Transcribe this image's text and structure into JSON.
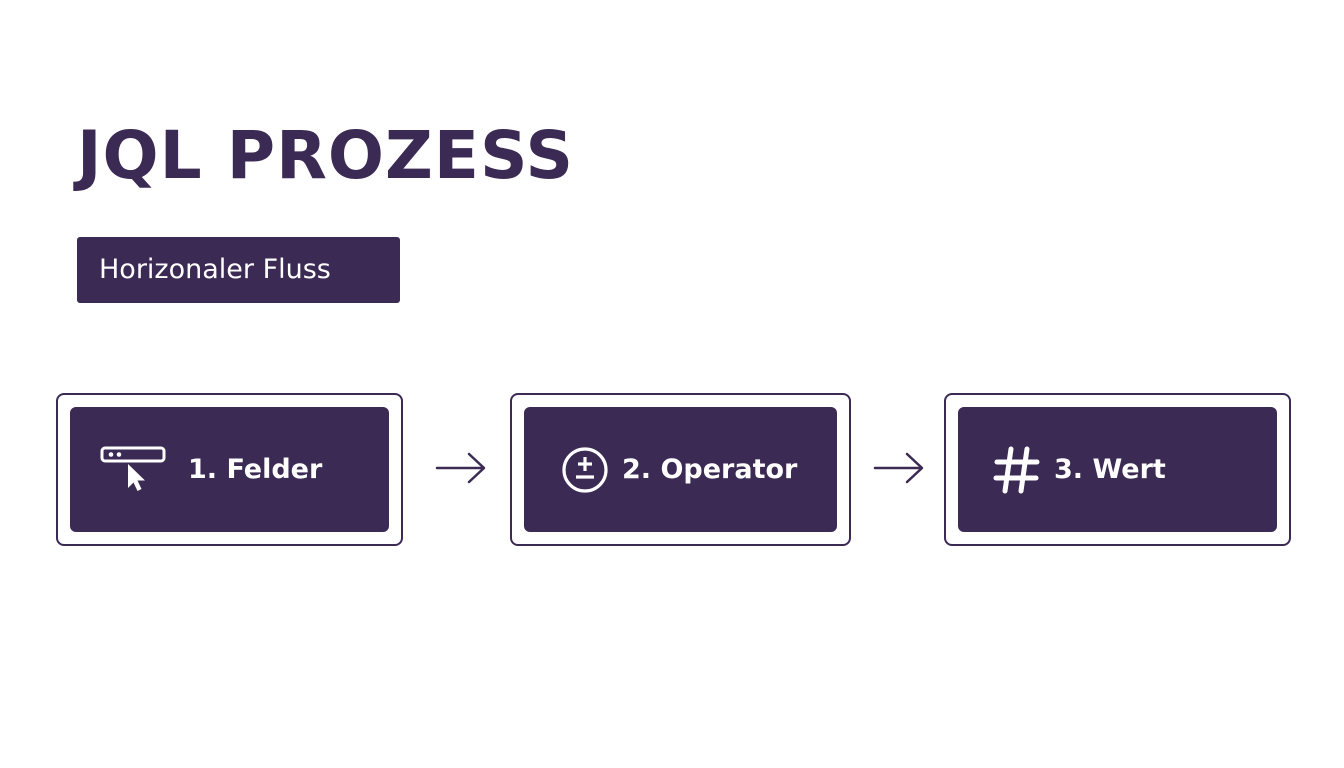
{
  "title": "JQL PROZESS",
  "subtitle": "Horizonaler Fluss",
  "steps": [
    {
      "label": "1. Felder",
      "icon": "field-cursor-icon"
    },
    {
      "label": "2. Operator",
      "icon": "plus-minus-circle-icon"
    },
    {
      "label": "3. Wert",
      "icon": "hash-icon"
    }
  ],
  "colors": {
    "primary": "#3b2a54",
    "background": "#ffffff",
    "text_on_primary": "#ffffff"
  }
}
